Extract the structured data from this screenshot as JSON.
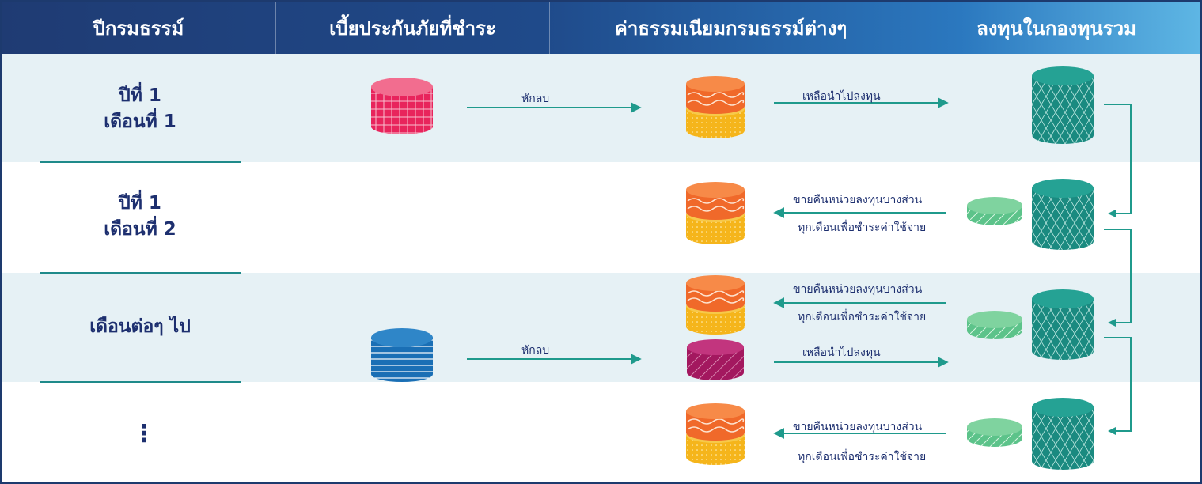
{
  "header": {
    "col1": "ปีกรมธรรม์",
    "col2": "เบี้ยประกันภัยที่ชำระ",
    "col3": "ค่าธรรมเนียมกรมธรรม์ต่างๆ",
    "col4": "ลงทุนในกองทุนรวม"
  },
  "rows": [
    {
      "line1": "ปีที่ 1",
      "line2": "เดือนที่ 1"
    },
    {
      "line1": "ปีที่ 1",
      "line2": "เดือนที่ 2"
    },
    {
      "line1": "เดือนต่อๆ ไป"
    },
    {
      "line1": "⋮"
    }
  ],
  "labels": {
    "deduct": "หักลบ",
    "invest_remaining": "เหลือนำไปลงทุน",
    "sell_units_line1": "ขายคืนหน่วยลงทุนบางส่วน",
    "sell_units_line2": "ทุกเดือนเพื่อชำระค่าใช้จ่าย"
  },
  "colors": {
    "header_start": "#1f3b73",
    "header_end": "#5eb6e4",
    "row_band": "#e6f1f5",
    "arrow": "#1f9a8c",
    "text_navy": "#1d2f6f"
  },
  "icons": {
    "premium_first": "pink-striped-drum-icon",
    "premium_later": "blue-striped-drum-icon",
    "fee_stack": "orange-yellow-stack-icon",
    "fee_later": "purple-drum-icon",
    "fund": "teal-triangle-drum-icon",
    "sold_units": "green-disc-icon"
  }
}
